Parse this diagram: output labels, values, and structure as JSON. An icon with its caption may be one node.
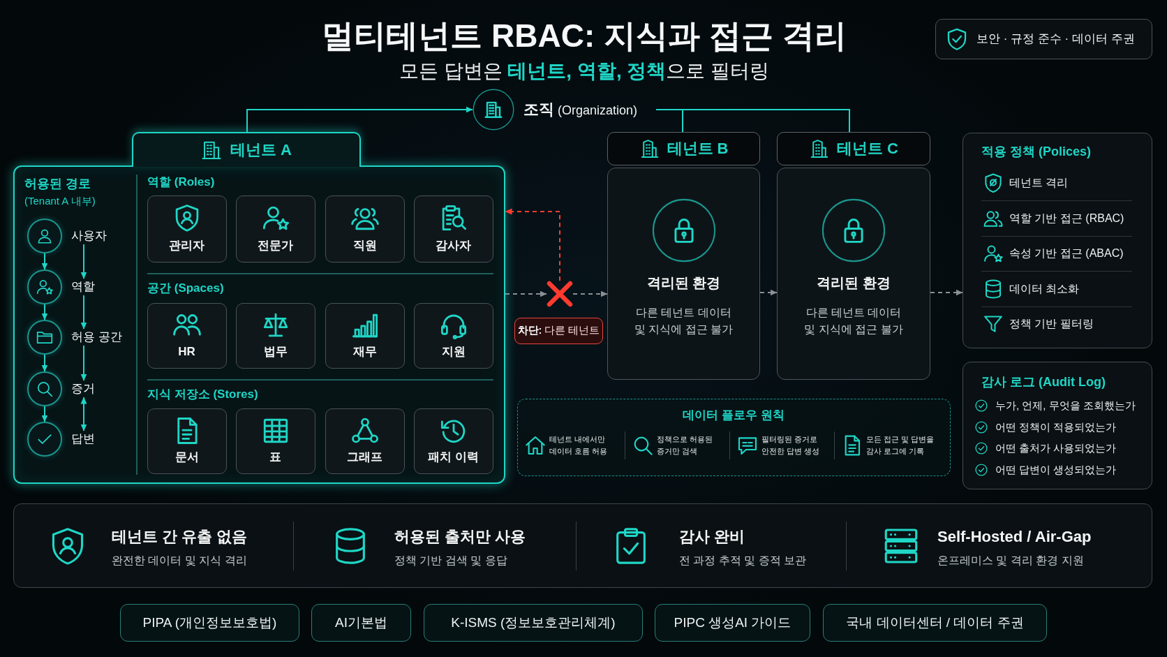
{
  "diagram": {
    "title": "멀티테넌트 RBAC: 지식과 접근 격리",
    "nodes": [
      {
        "text": [
          "보안 · 규정 준수 · 데이터 주권"
        ]
      },
      {
        "text": [
          "**조직** (Organization)"
        ]
      },
      {
        "text": [
          "테넌트 A"
        ]
      },
      {
        "text": [],
        "shape": "circle",
        "in": 2
      },
      {
        "text": [
          "사용자"
        ],
        "in": 2
      },
      {
        "text": [],
        "shape": "circle",
        "in": 2
      },
      {
        "text": [
          "역할"
        ],
        "in": 2
      },
      {
        "text": [],
        "shape": "circle",
        "in": 2
      },
      {
        "text": [
          "허용 공간"
        ],
        "in": 2
      },
      {
        "text": [],
        "shape": "circle",
        "in": 2
      },
      {
        "text": [
          "증거"
        ],
        "in": 2
      },
      {
        "text": [],
        "shape": "circle",
        "in": 2
      },
      {
        "text": [
          "답변"
        ],
        "in": 2
      },
      {
        "text": [
          "관리자"
        ],
        "in": 2
      },
      {
        "text": [
          "전문가"
        ],
        "in": 2
      },
      {
        "text": [
          "직원"
        ],
        "in": 2
      },
      {
        "text": [
          "감사자"
        ],
        "in": 2
      },
      {
        "text": [
          "HR"
        ],
        "in": 2
      },
      {
        "text": [
          "법무"
        ],
        "in": 2
      },
      {
        "text": [
          "재무"
        ],
        "in": 2
      },
      {
        "text": [
          "지원"
        ],
        "in": 2
      },
      {
        "text": [
          "문서"
        ],
        "in": 2
      },
      {
        "text": [
          "표"
        ],
        "in": 2
      },
      {
        "text": [
          "그래프"
        ],
        "in": 2
      },
      {
        "text": [
          "패치 이력"
        ],
        "in": 2
      },
      {
        "text": [],
        "shape": "cross"
      },
      {
        "text": [
          "**차단:** 다른 테넌트"
        ]
      },
      {
        "text": [
          "테넌트 B",
          "격리된 환경",
          "다른 테넌트 데이터 및 지식에 접근 불가"
        ]
      },
      {
        "text": [
          "테넌트 C",
          "격리된 환경",
          "다른 테넌트 데이터 및 지식에 접근 불가"
        ]
      },
      {
        "text": [
          "적용 정책 (Polices)",
          "테넌트 격리",
          "역할 기반 접근 (RBAC)",
          "속성 기반 접근 (ABAC)",
          "데이터 최소화",
          "정책 기반 필터링"
        ]
      },
      {
        "text": [
          "데이터 플로우 원칙",
          "테넌트 내에서만 데이터 호름 허용",
          "정책으로 허용된 증거만 검색",
          "필터링된 증거로 안전한 답변 생성",
          "모든 접근 및 답변을 감사 로그에 기록"
        ]
      },
      {
        "text": [
          "감사 로그 (Audit Log)",
          "누가, 언제, 무엇을 조회했는가",
          "어떤 정책이 적용되었는가",
          "어떤 출처가 사용되었는가",
          "어떤 답변이 생성되었는가"
        ]
      },
      {
        "text": [
          "테넌트 간 유출 없음",
          "완전한 데이터 및 지식 격리",
          "허용된 출처만 사용",
          "정책 기반 검색 및 응답",
          "감사 완비",
          "전 과정 추적 및 증적 보관",
          "Self-Hosted / Air-Gap",
          "온프레미스 및 격리 환경 지원"
        ]
      },
      {
        "text": [
          "PIPA (개인정보보호법)"
        ]
      },
      {
        "text": [
          "AI기본법"
        ]
      },
      {
        "text": [
          "K-ISMS (정보보호관리체계)"
        ]
      },
      {
        "text": [
          "PIPC 생성AI 가이드"
        ]
      },
      {
        "text": [
          "국내 데이터센터 / 데이터 주권"
        ]
      }
    ],
    "edges": [
      {
        "from": 2,
        "to": 1,
        "arrow": "to"
      },
      {
        "from": 1,
        "to": 27,
        "arrow": "none"
      },
      {
        "from": 1,
        "to": 28,
        "arrow": "none"
      },
      {
        "from": 3,
        "to": 5,
        "arrow": "to"
      },
      {
        "from": 4,
        "to": 6,
        "arrow": "to"
      },
      {
        "from": 5,
        "to": 7,
        "arrow": "to"
      },
      {
        "from": 6,
        "to": 8,
        "arrow": "to"
      },
      {
        "from": 7,
        "to": 9,
        "arrow": "to"
      },
      {
        "from": 8,
        "to": 10,
        "arrow": "to"
      },
      {
        "from": 9,
        "to": 11,
        "arrow": "to"
      },
      {
        "from": 10,
        "to": 12,
        "arrow": "both"
      },
      {
        "from": 2,
        "to": 25,
        "arrow": "to",
        "style": "dashed",
        "color": "#8a9094"
      },
      {
        "from": 25,
        "to": 27,
        "arrow": "to",
        "style": "dashed",
        "color": "#8a9094"
      },
      {
        "from": 25,
        "to": 2,
        "arrow": "to",
        "style": "dashed",
        "color": "#ff3b30"
      },
      {
        "from": 27,
        "to": 28,
        "arrow": "to",
        "style": "dashed",
        "color": "#8a9094"
      },
      {
        "from": 28,
        "to": 29,
        "arrow": "to",
        "style": "dashed",
        "color": "#8a9094"
      }
    ],
    "labels": [
      "모든 답변은 **테넌트, 역할, 정책**으로 필터링",
      "허용된 경로",
      "(Tenant A 내부)",
      "역할 (Roles)",
      "공간 (Spaces)",
      "지식 저장소 (Stores)"
    ]
  }
}
